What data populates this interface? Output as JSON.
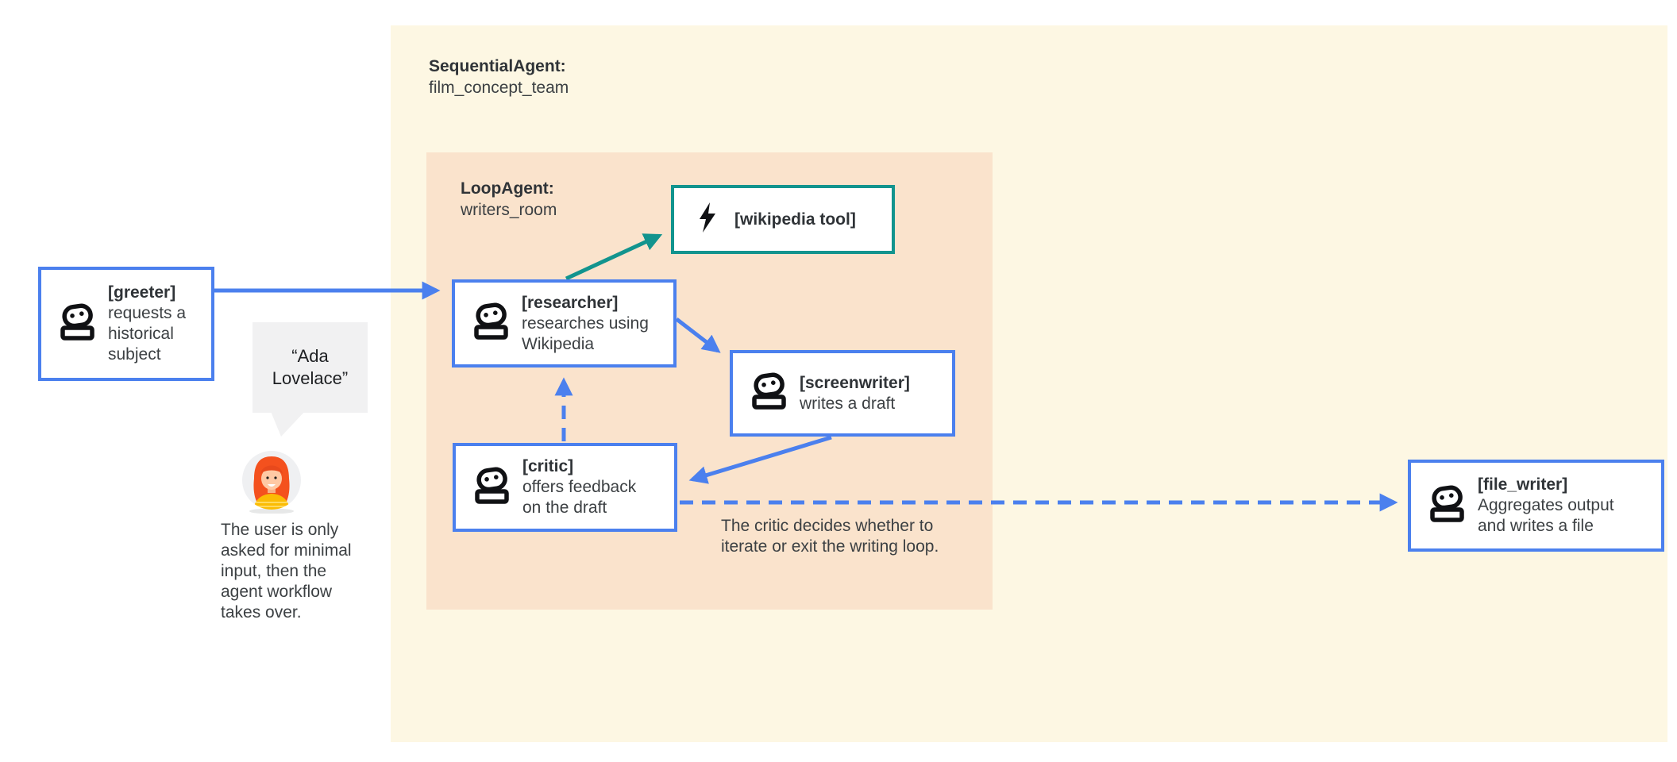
{
  "colors": {
    "page_bg": "#ffffff",
    "sequential_bg": "#fdf7e3",
    "loop_bg": "#fae3cc",
    "box_border_blue": "#4b80ee",
    "tool_border_teal": "#12948e",
    "arrow_blue": "#4b80ee",
    "arrow_teal": "#12948e",
    "text_dark": "#3c4043",
    "bubble_bg": "#f1f1f2"
  },
  "groups": {
    "sequential": {
      "title": "SequentialAgent:",
      "name": "film_concept_team"
    },
    "loop": {
      "title": "LoopAgent:",
      "name": "writers_room"
    }
  },
  "nodes": {
    "greeter": {
      "title": "[greeter]",
      "desc": "requests a\nhistorical\nsubject",
      "icon": "robot-icon"
    },
    "researcher": {
      "title": "[researcher]",
      "desc": "researches using\nWikipedia",
      "icon": "robot-icon"
    },
    "wikipedia_tool": {
      "title": "[wikipedia tool]",
      "icon": "lightning-bolt-icon"
    },
    "screenwriter": {
      "title": "[screenwriter]",
      "desc": "writes a draft",
      "icon": "robot-icon"
    },
    "critic": {
      "title": "[critic]",
      "desc": "offers feedback\non the draft",
      "icon": "robot-icon"
    },
    "file_writer": {
      "title": "[file_writer]",
      "desc": "Aggregates output\nand writes a file",
      "icon": "robot-icon"
    }
  },
  "annotations": {
    "user_quote": "“Ada\nLovelace”",
    "user_note": "The user is only\nasked for minimal\ninput, then the\nagent workflow\ntakes over.",
    "critic_note": "The critic decides whether to\niterate or exit the writing loop."
  },
  "edges": [
    {
      "from": "greeter",
      "to": "researcher",
      "style": "solid-blue"
    },
    {
      "from": "researcher",
      "to": "wikipedia_tool",
      "style": "solid-teal"
    },
    {
      "from": "researcher",
      "to": "screenwriter",
      "style": "solid-blue"
    },
    {
      "from": "screenwriter",
      "to": "critic",
      "style": "solid-blue"
    },
    {
      "from": "critic",
      "to": "researcher",
      "style": "dashed-blue"
    },
    {
      "from": "critic",
      "to": "file_writer",
      "style": "dashed-blue"
    }
  ]
}
